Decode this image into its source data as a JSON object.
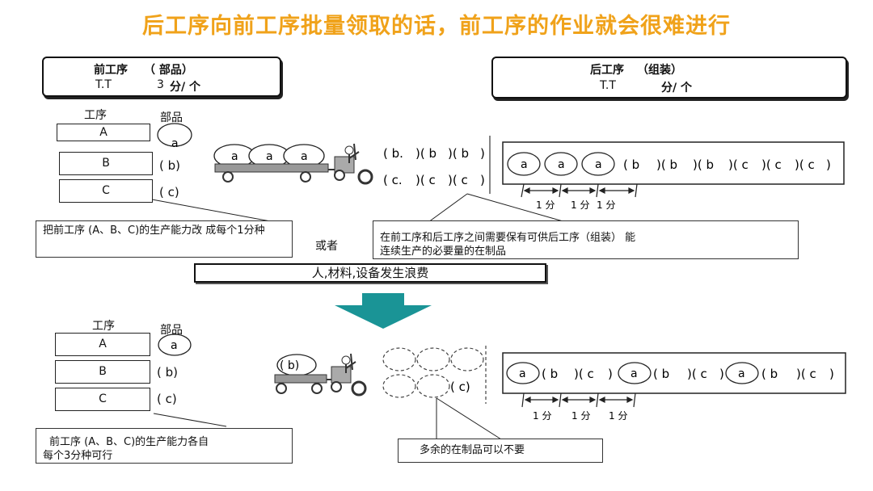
{
  "title": "后工序向前工序批量领取的话，前工序的作业就会很难进行",
  "front_header": {
    "name": "前工序",
    "sub": "（ 部品）",
    "tt_label": "T.T",
    "tt_value": "3",
    "unit": "分/ 个"
  },
  "back_header": {
    "name": "后工序",
    "sub": "（组装）",
    "tt_label": "T.T",
    "unit": "分/ 个"
  },
  "col_labels": {
    "process": "工序",
    "part": "部品"
  },
  "processes": [
    "A",
    "B",
    "C"
  ],
  "parts_top": [
    "a",
    "( b)",
    "( c)"
  ],
  "parts_bottom": [
    "a",
    "( b)",
    "( c)"
  ],
  "cart_top": [
    "a",
    "a",
    "a"
  ],
  "cart_bottom": "( b)",
  "wip_top_row1": [
    "( b.",
    ")( b",
    ")( b",
    ")"
  ],
  "wip_top_row2": [
    "( c.",
    ")( c",
    ")( c",
    ")"
  ],
  "wip_bottom_c": "( c)",
  "line_top": [
    "a",
    "a",
    "a",
    "( b",
    ")( b",
    ")( b",
    ")( c",
    ")( c",
    ")( c",
    ")"
  ],
  "line_bottom": [
    "a",
    "( b",
    ")( c",
    ")",
    "a",
    "( b",
    ")( c",
    ")",
    "a",
    "( b",
    ")( c",
    ")"
  ],
  "interval": "1 分",
  "notes": {
    "top_left": "把前工序 (A、B、C)的生产能力改 成每个1分种",
    "or": "或者",
    "top_right_1": "在前工序和后工序之间需要保有可供后工序（组装） 能",
    "top_right_2": "连续生产的必要量的在制品",
    "waste": "人,材料,设备发生浪费",
    "bottom_left_1": "前工序 (A、B、C)的生产能力各自",
    "bottom_left_2": "每个3分种可行",
    "bottom_right": "多余的在制品可以不要"
  },
  "colors": {
    "title": "#f0a21a",
    "arrow": "#1a9496"
  }
}
